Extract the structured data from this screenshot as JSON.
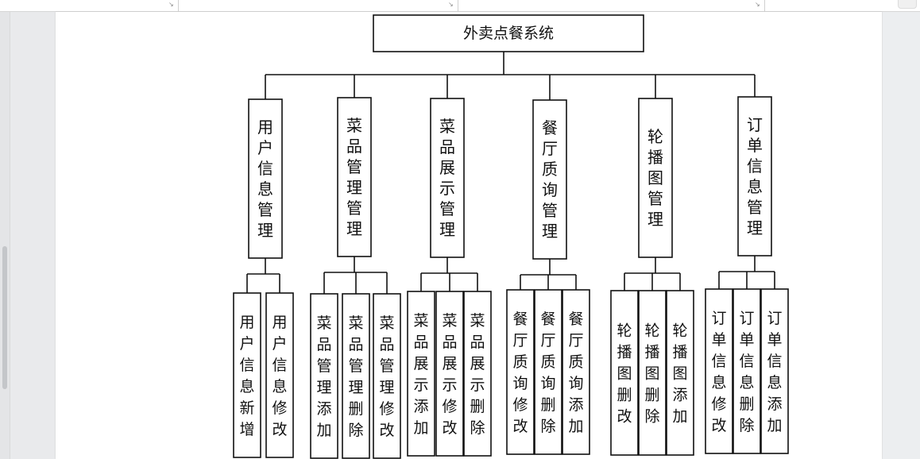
{
  "diagram": {
    "root": "外卖点餐系统",
    "modules": [
      {
        "label": "用户信息管理",
        "children": [
          "用户信息新增",
          "用户信息修改"
        ]
      },
      {
        "label": "菜品管理管理",
        "children": [
          "菜品管理添加",
          "菜品管理删除",
          "菜品管理修改"
        ]
      },
      {
        "label": "菜品展示管理",
        "children": [
          "菜品展示添加",
          "菜品展示修改",
          "菜品展示删除"
        ]
      },
      {
        "label": "餐厅质询管理",
        "children": [
          "餐厅质询修改",
          "餐厅质询删除",
          "餐厅质询添加"
        ]
      },
      {
        "label": "轮播图管理",
        "children": [
          "轮播图删改",
          "轮播图删除",
          "轮播图添加"
        ]
      },
      {
        "label": "订单信息管理",
        "children": [
          "订单信息修改",
          "订单信息删除",
          "订单信息添加"
        ]
      }
    ]
  },
  "colors": {
    "line": "#111111",
    "page": "#ffffff",
    "workspace": "#e9eaec"
  }
}
